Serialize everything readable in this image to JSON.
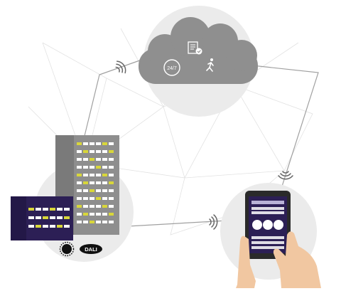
{
  "cloud": {
    "label_247": "24/7",
    "icons": [
      "report-check-icon",
      "emergency-exit-icon"
    ]
  },
  "building": {
    "badge_dali": "DALI",
    "icons": [
      "rotary-dial-icon",
      "dali-logo"
    ]
  },
  "tablet": {
    "icons": [
      "tablet-device",
      "hand-icon"
    ]
  },
  "links": [
    "wifi-signal-icon",
    "wifi-signal-icon",
    "wifi-signal-icon"
  ],
  "colors": {
    "cloud": "#8f8f8f",
    "circle_bg": "#ebebeb",
    "building_gray": "#8e8e8e",
    "building_purple": "#2c1f55",
    "window_yellow": "#d8d63a",
    "window_white": "#ffffff",
    "network_lines": "#a8a8a8",
    "skin": "#f1c7a1"
  }
}
